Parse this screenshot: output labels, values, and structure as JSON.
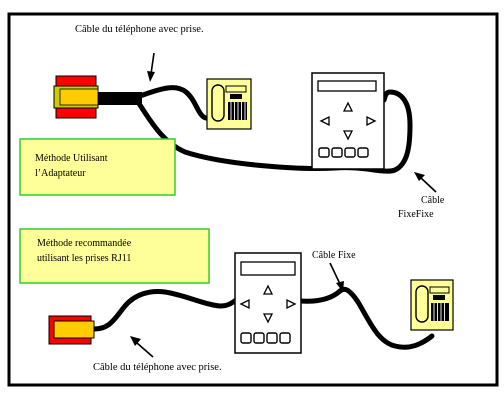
{
  "labels": {
    "top_phone_cable": "Câble du téléphone avec prise.",
    "bottom_phone_cable": "Câble du téléphone avec prise.",
    "fixed_cable_mid": "Câble Fixe",
    "fixed_cable_right_line1": "Câble",
    "fixed_cable_right_line2": "FixeFixe"
  },
  "method_adapter": {
    "line1": "Méthode Utilisant",
    "line2": "l’Adaptateur"
  },
  "method_rj11": {
    "line1": "Méthode recommandée",
    "line2": "utilisant les prises RJ11"
  },
  "colors": {
    "box_fill": "#ffff99",
    "box_border": "#33cc33",
    "plug_red": "#ff0000",
    "plug_yellow": "#ffcc00",
    "plug_olive": "#cccc00",
    "phone_fill": "#ffff99",
    "cable": "#000000"
  },
  "icons": {
    "adapter": "adapter-plug-icon",
    "wall_plug": "rj11-plug-icon",
    "phone": "telephone-icon",
    "keypad": "keypad-device-icon",
    "arrow": "pointer-arrow-icon"
  }
}
